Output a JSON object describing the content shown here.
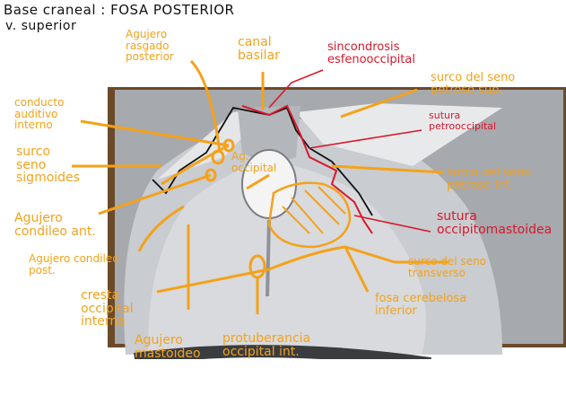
{
  "title": {
    "line1": "Base craneal : FOSA POSTERIOR",
    "line2": "v. superior"
  },
  "colors": {
    "label": "#f4a21a",
    "label_red": "#d8182c",
    "bone": "#b8bcc0",
    "frame": "#8b5a2b"
  },
  "labels": {
    "agujero_rasgado": "Agujero\nrasgado\nposterior",
    "canal_basilar": "canal\nbasilar",
    "sincondrosis": "sincondrosis\nesfenooccipital",
    "surco_petroso_sup": "surco del seno\npetroso sup.",
    "sutura_petrooccipital": "sutura\npetrooccipital",
    "conducto_auditivo": "conducto\nauditivo\ninterno",
    "surco_sigmoides": "surco\nseno\nsigmoides",
    "ag_occipital": "Ag.\noccipital",
    "surco_petroso_inf": "surco del seno\npetroso inf.",
    "agujero_condileo_ant": "Agujero\ncondileo ant.",
    "sutura_occipitomastoidea": "sutura\noccipitomastoidea",
    "agujero_condileo_post": "Agujero condileo\npost.",
    "surco_transverso": "surco del seno\ntransverso",
    "cresta_occipital": "cresta\noccipital\ninterna",
    "fosa_cerebelosa": "fosa cerebelosa\ninferior",
    "agujero_mastoideo": "Agujero\nmastoideo",
    "protuberancia": "protuberancia\noccipital int."
  }
}
